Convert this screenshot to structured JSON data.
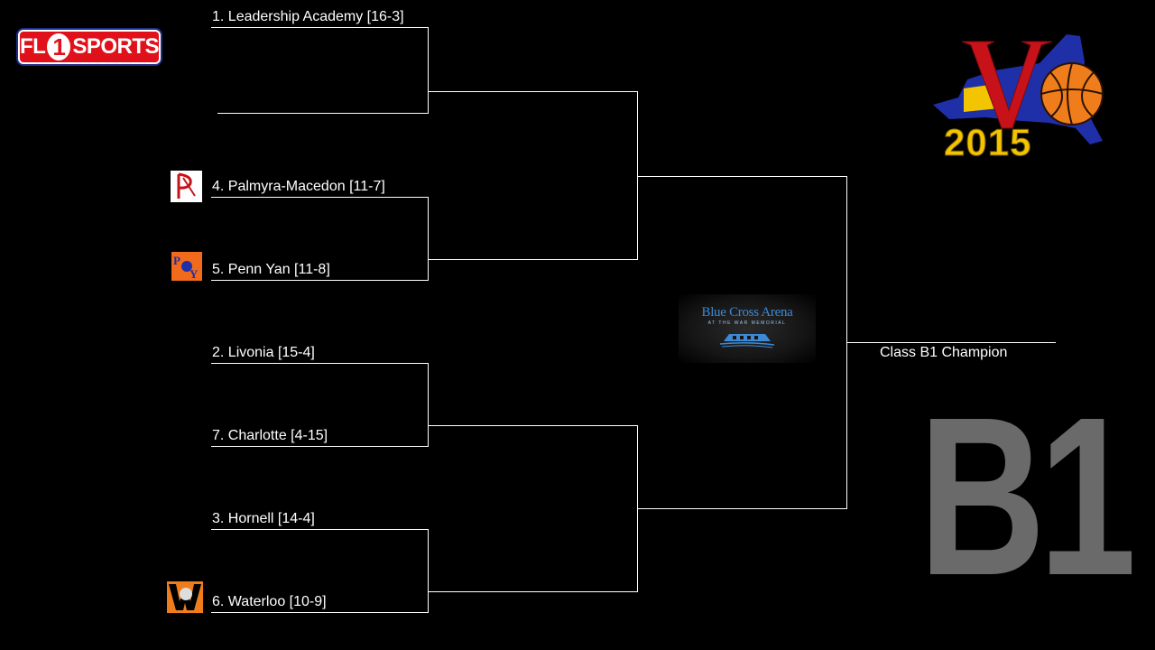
{
  "bracket": {
    "quarterfinals": [
      {
        "top": "1. Leadership Academy [16-3]",
        "bottom": ""
      },
      {
        "top": "4. Palmyra-Macedon [11-7]",
        "bottom": "5. Penn Yan [11-8]"
      },
      {
        "top": "2. Livonia [15-4]",
        "bottom": "7. Charlotte [4-15]"
      },
      {
        "top": "3. Hornell [14-4]",
        "bottom": "6. Waterloo [10-9]"
      }
    ],
    "champion_label": "Class B1 Champion"
  },
  "branding": {
    "fl1_logo_text": "FL1SPORTS",
    "fl1_logo_parts": [
      "FL",
      "1",
      "SPORTS"
    ],
    "section_logo_letter": "V",
    "section_logo_year": "2015",
    "arena_name": "Blue Cross Arena",
    "arena_subtitle": "AT THE WAR MEMORIAL",
    "class_label": "B1"
  },
  "team_logos": {
    "palmyra_macedon": "P",
    "penn_yan": "PY",
    "waterloo": "W"
  },
  "colors": {
    "background": "#000000",
    "line": "#ffffff",
    "fl1_red": "#e0111b",
    "fl1_blue": "#1c2f8a",
    "section_red": "#c8121a",
    "section_blue": "#1f2fa8",
    "section_gold": "#f3c400",
    "arena_blue": "#3c8ad6",
    "class_gray": "#6a6a6a",
    "penn_yan_orange": "#f26a1b",
    "waterloo_orange": "#f07d1c"
  }
}
